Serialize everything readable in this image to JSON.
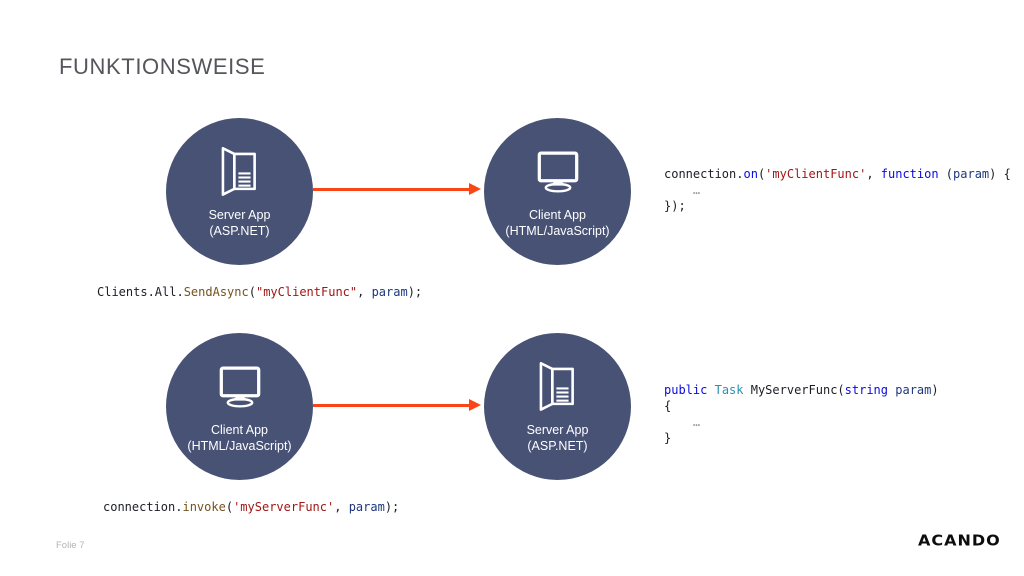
{
  "slide": {
    "title": "FUNKTIONSWEISE",
    "footer": {
      "page_label": "Folie 7",
      "logo_text": "ACANDO"
    }
  },
  "colors": {
    "background": "#ffffff",
    "title_text": "#54565b",
    "circle_fill": "#475275",
    "circle_text": "#ffffff",
    "arrow": "#fa4616",
    "footer_text": "#b4b4b4",
    "logo_text": "#0d0d0d"
  },
  "code_palette": {
    "p": "#1c1e26",
    "k": "#0a0ae0",
    "s": "#a31515",
    "t": "#2b91af",
    "m": "#74531f",
    "n": "#1f377f",
    "g": "#9a9a9a"
  },
  "rows": [
    {
      "source": {
        "icon": "server-icon",
        "label_line1": "Server App",
        "label_line2": "(ASP.NET)"
      },
      "target": {
        "icon": "monitor-icon",
        "label_line1": "Client App",
        "label_line2": "(HTML/JavaScript)"
      },
      "side_code": [
        [
          {
            "c": "p",
            "t": "connection."
          },
          {
            "c": "k",
            "t": "on"
          },
          {
            "c": "p",
            "t": "("
          },
          {
            "c": "s",
            "t": "'myClientFunc'"
          },
          {
            "c": "p",
            "t": ", "
          },
          {
            "c": "k",
            "t": "function"
          },
          {
            "c": "p",
            "t": " ("
          },
          {
            "c": "n",
            "t": "param"
          },
          {
            "c": "p",
            "t": ") {"
          }
        ],
        [
          {
            "c": "g",
            "t": "    …"
          }
        ],
        [
          {
            "c": "p",
            "t": "});"
          }
        ]
      ],
      "caption_code": [
        [
          {
            "c": "p",
            "t": "Clients.All."
          },
          {
            "c": "m",
            "t": "SendAsync"
          },
          {
            "c": "p",
            "t": "("
          },
          {
            "c": "s",
            "t": "\"myClientFunc\""
          },
          {
            "c": "p",
            "t": ", "
          },
          {
            "c": "n",
            "t": "param"
          },
          {
            "c": "p",
            "t": ");"
          }
        ]
      ]
    },
    {
      "source": {
        "icon": "monitor-icon",
        "label_line1": "Client App",
        "label_line2": "(HTML/JavaScript)"
      },
      "target": {
        "icon": "server-icon",
        "label_line1": "Server App",
        "label_line2": "(ASP.NET)"
      },
      "side_code": [
        [
          {
            "c": "k",
            "t": "public"
          },
          {
            "c": "p",
            "t": " "
          },
          {
            "c": "t",
            "t": "Task"
          },
          {
            "c": "p",
            "t": " MyServerFunc("
          },
          {
            "c": "k",
            "t": "string"
          },
          {
            "c": "p",
            "t": " "
          },
          {
            "c": "n",
            "t": "param"
          },
          {
            "c": "p",
            "t": ")"
          }
        ],
        [
          {
            "c": "p",
            "t": "{"
          }
        ],
        [
          {
            "c": "g",
            "t": "    …"
          }
        ],
        [
          {
            "c": "p",
            "t": "}"
          }
        ]
      ],
      "caption_code": [
        [
          {
            "c": "p",
            "t": "connection."
          },
          {
            "c": "m",
            "t": "invoke"
          },
          {
            "c": "p",
            "t": "("
          },
          {
            "c": "s",
            "t": "'myServerFunc'"
          },
          {
            "c": "p",
            "t": ", "
          },
          {
            "c": "n",
            "t": "param"
          },
          {
            "c": "p",
            "t": ");"
          }
        ]
      ]
    }
  ]
}
